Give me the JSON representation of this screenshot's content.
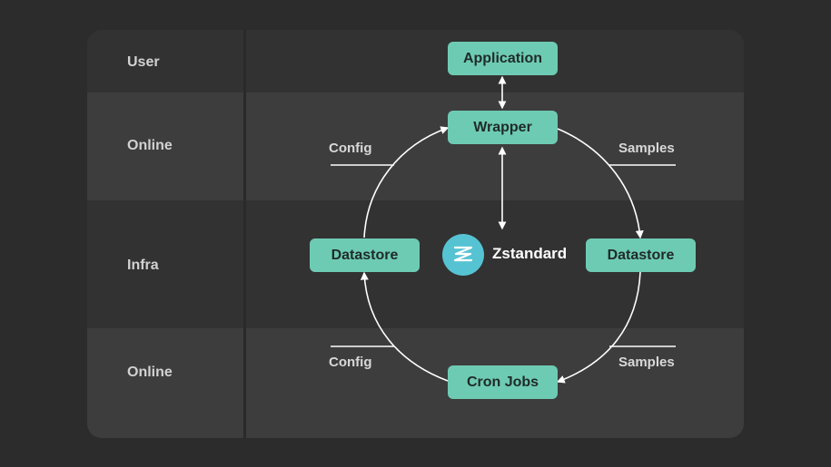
{
  "lanes": {
    "user": "User",
    "online_top": "Online",
    "infra": "Infra",
    "online_bottom": "Online"
  },
  "nodes": {
    "application": "Application",
    "wrapper": "Wrapper",
    "datastore_left": "Datastore",
    "datastore_right": "Datastore",
    "cron_jobs": "Cron Jobs"
  },
  "edge_labels": {
    "config_top": "Config",
    "samples_top": "Samples",
    "config_bottom": "Config",
    "samples_bottom": "Samples"
  },
  "center": {
    "logo_icon": "zstandard-logo-icon",
    "name": "Zstandard"
  },
  "colors": {
    "background": "#2c2c2c",
    "node_fill": "#6ecbb3",
    "logo_fill": "#56c3d3",
    "lane_light": "#3d3d3d",
    "lane_dark": "#323232"
  }
}
